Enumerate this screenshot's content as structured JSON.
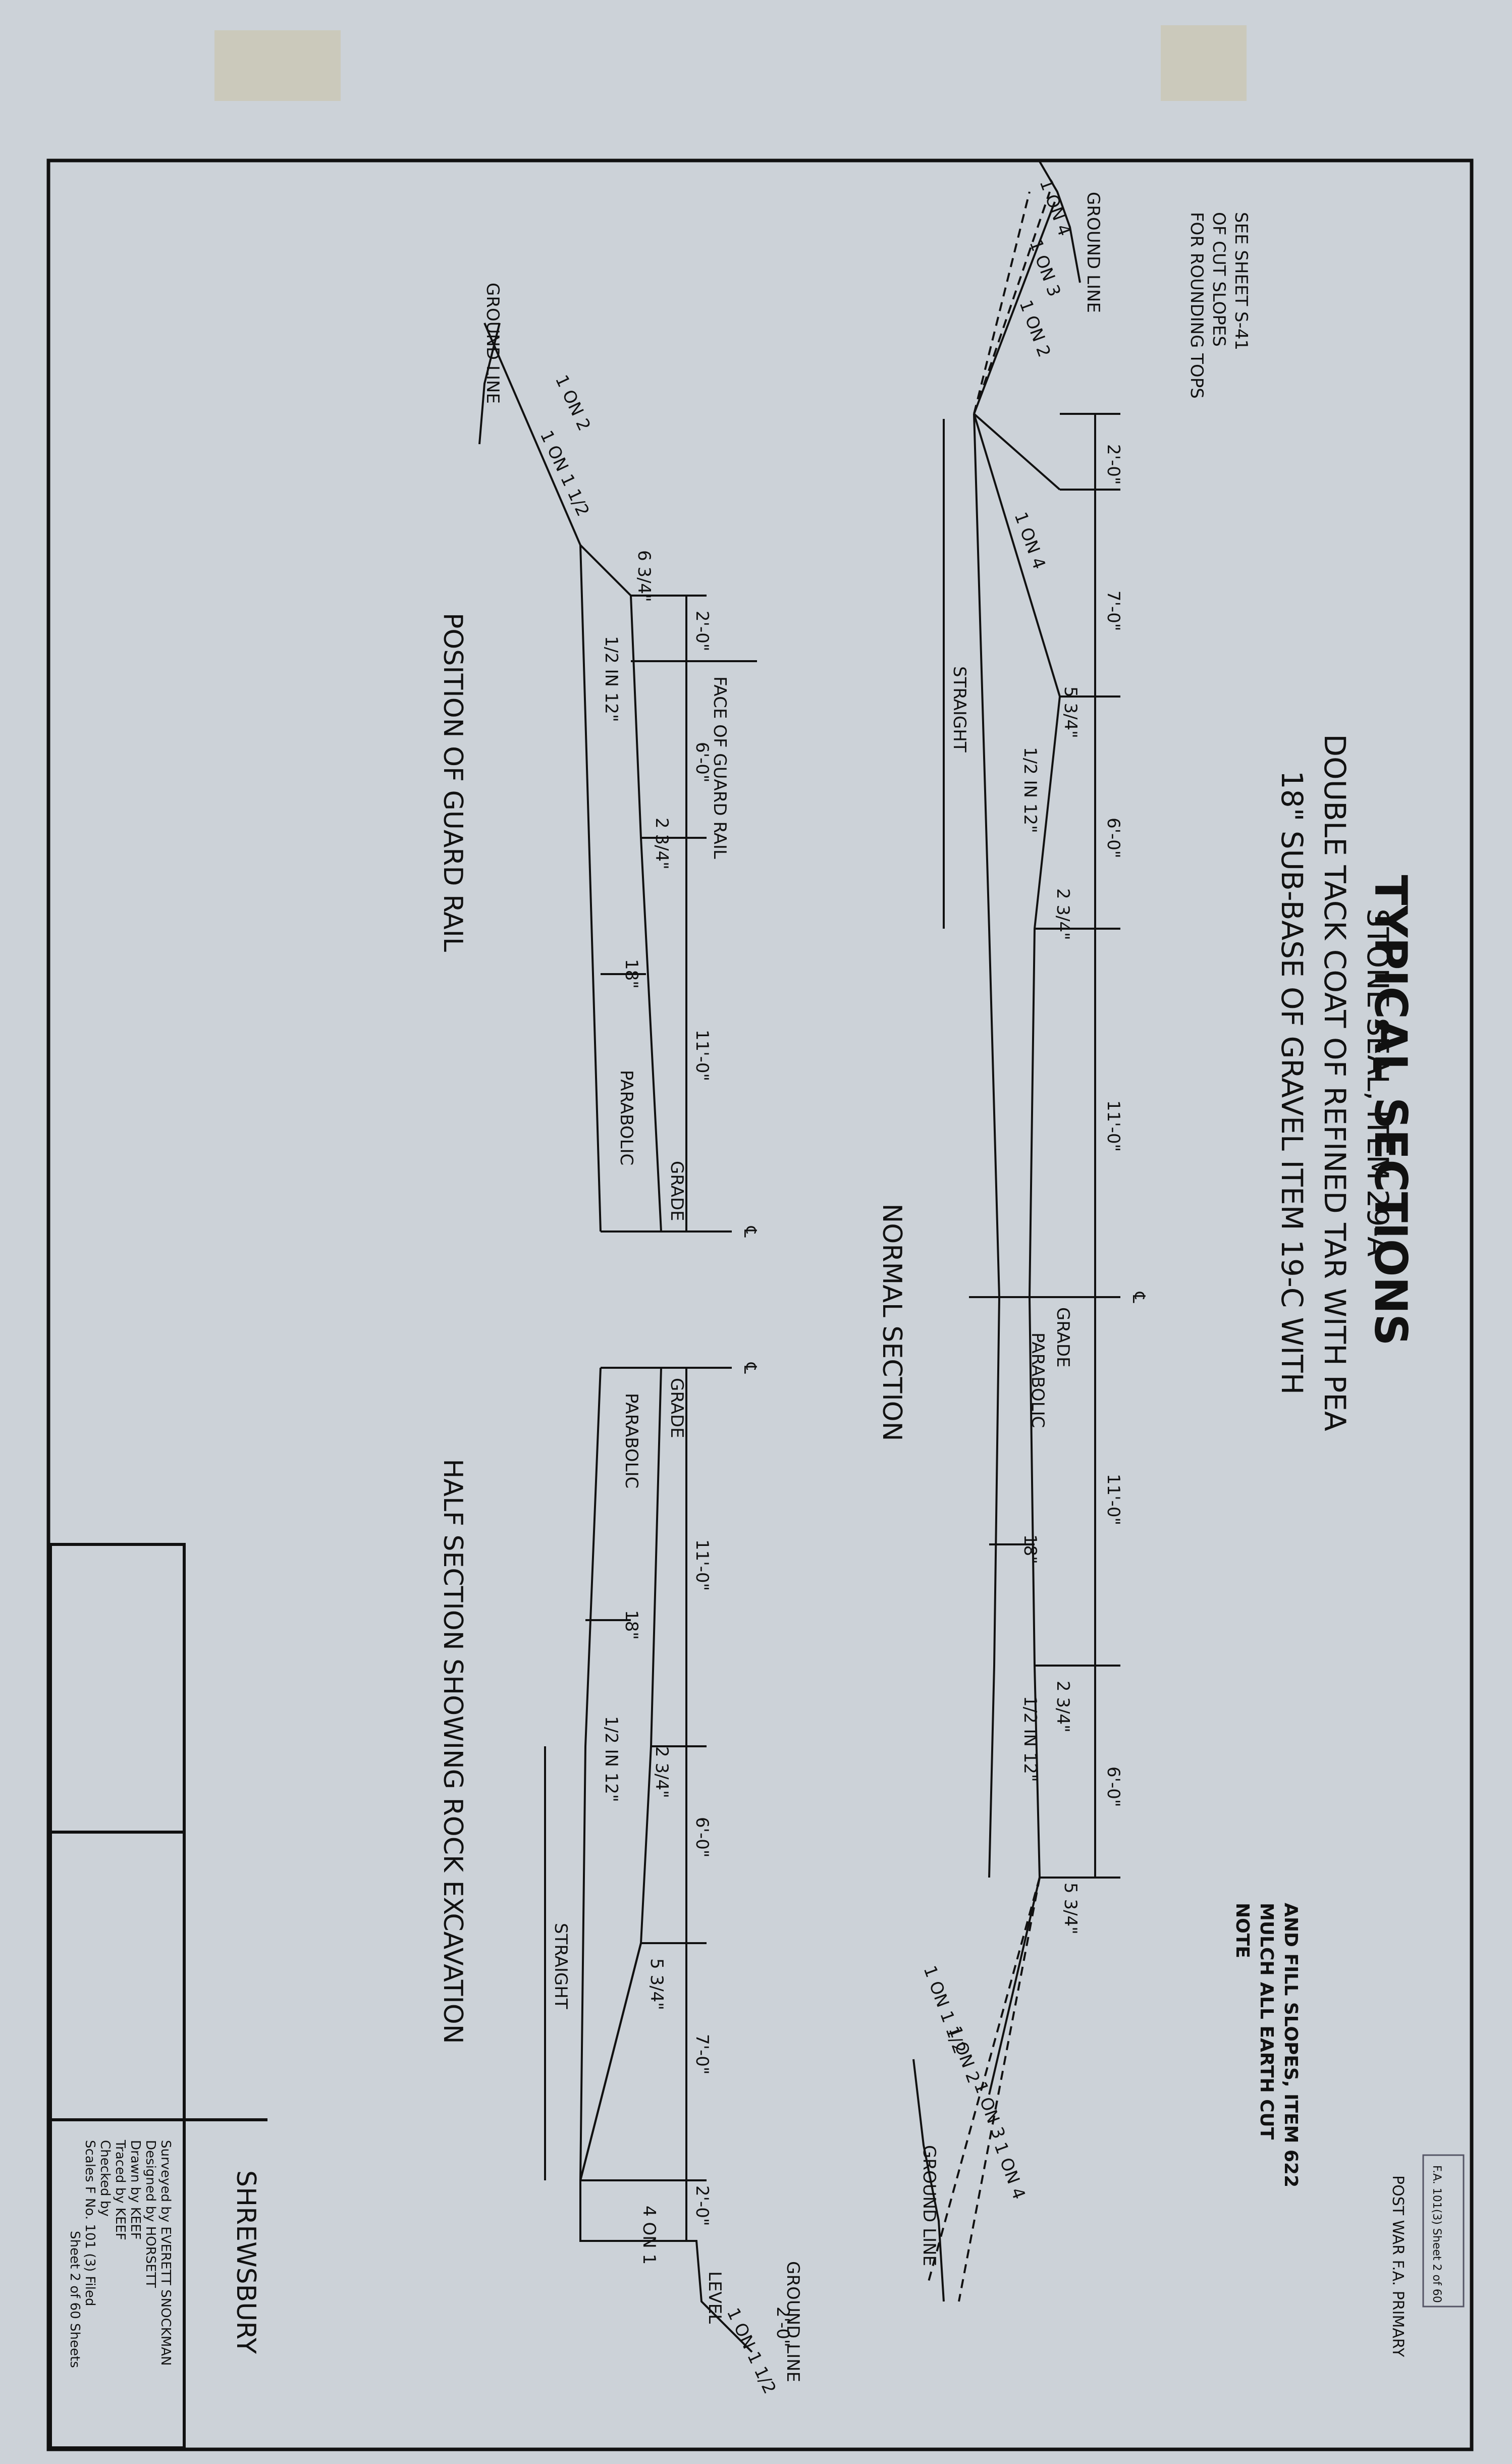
{
  "title": "TYPICAL SECTIONS",
  "spec": {
    "line1": "18\" SUB-BASE OF GRAVEL ITEM 19-C WITH",
    "line2": "DOUBLE TACK COAT OF REFINED TAR WITH PEA",
    "line3": "STONE SEAL, ITEM 29-A"
  },
  "note": {
    "heading": "NOTE",
    "line1": "MULCH ALL EARTH CUT",
    "line2": "AND FILL SLOPES, ITEM 622"
  },
  "rounding_note": {
    "line1": "FOR ROUNDING TOPS",
    "line2": "OF CUT SLOPES",
    "line3": "SEE SHEET S-41"
  },
  "sections": {
    "normal": "NORMAL SECTION",
    "guard_rail": "POSITION OF GUARD RAIL",
    "rock": "HALF SECTION SHOWING ROCK EXCAVATION"
  },
  "labels": {
    "ground_line": "GROUND LINE",
    "straight": "STRAIGHT",
    "parabolic": "PARABOLIC",
    "grade": "GRADE",
    "centerline": "℄",
    "face_of_guard_rail": "FACE OF GUARD RAIL",
    "level": "LEVEL",
    "crown": "1/2 IN 12\"",
    "depth": "18\"",
    "curb_a": "5 3/4\"",
    "curb_b": "2 3/4\"",
    "curb_c": "6 3/4\""
  },
  "slopes": {
    "1on4": "1 ON 4",
    "1on3": "1 ON 3",
    "1on2": "1 ON 2",
    "1on1half": "1 ON 1 1/2",
    "4on1": "4 ON 1"
  },
  "dims": {
    "d2": "2'-0\"",
    "d7": "7'-0\"",
    "d6": "6'-0\"",
    "d11": "11'-0\""
  },
  "title_block": {
    "town": "SHREWSBURY",
    "surveyed": "Surveyed by  EVERETT SNOCKMAN",
    "designed": "Designed by  HORSETT",
    "drawn": "Drawn by  KEEF",
    "traced": "Traced by  KEEF",
    "checked": "Checked by",
    "scales": "Scales  F     No. 101 (3)    Filed",
    "sheet": "Sheet  2  of  60  Sheets"
  },
  "stamp": {
    "program": "POST WAR F.A. PRIMARY",
    "project": "F.A. 101(3)   Sheet 2 of 60"
  }
}
